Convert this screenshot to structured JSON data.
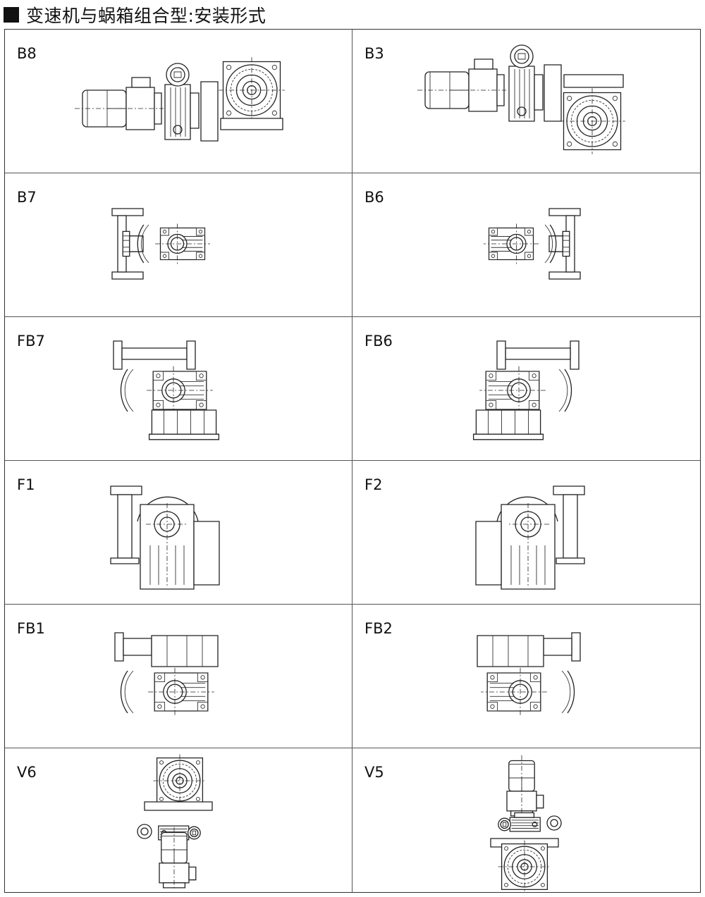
{
  "title": "变速机与蜗箱组合型:安装形式",
  "cells": [
    {
      "label": "B8"
    },
    {
      "label": "B3"
    },
    {
      "label": "B7"
    },
    {
      "label": "B6"
    },
    {
      "label": "FB7"
    },
    {
      "label": "FB6"
    },
    {
      "label": "F1"
    },
    {
      "label": "F2"
    },
    {
      "label": "FB1"
    },
    {
      "label": "FB2"
    },
    {
      "label": "V6"
    },
    {
      "label": "V5"
    }
  ]
}
